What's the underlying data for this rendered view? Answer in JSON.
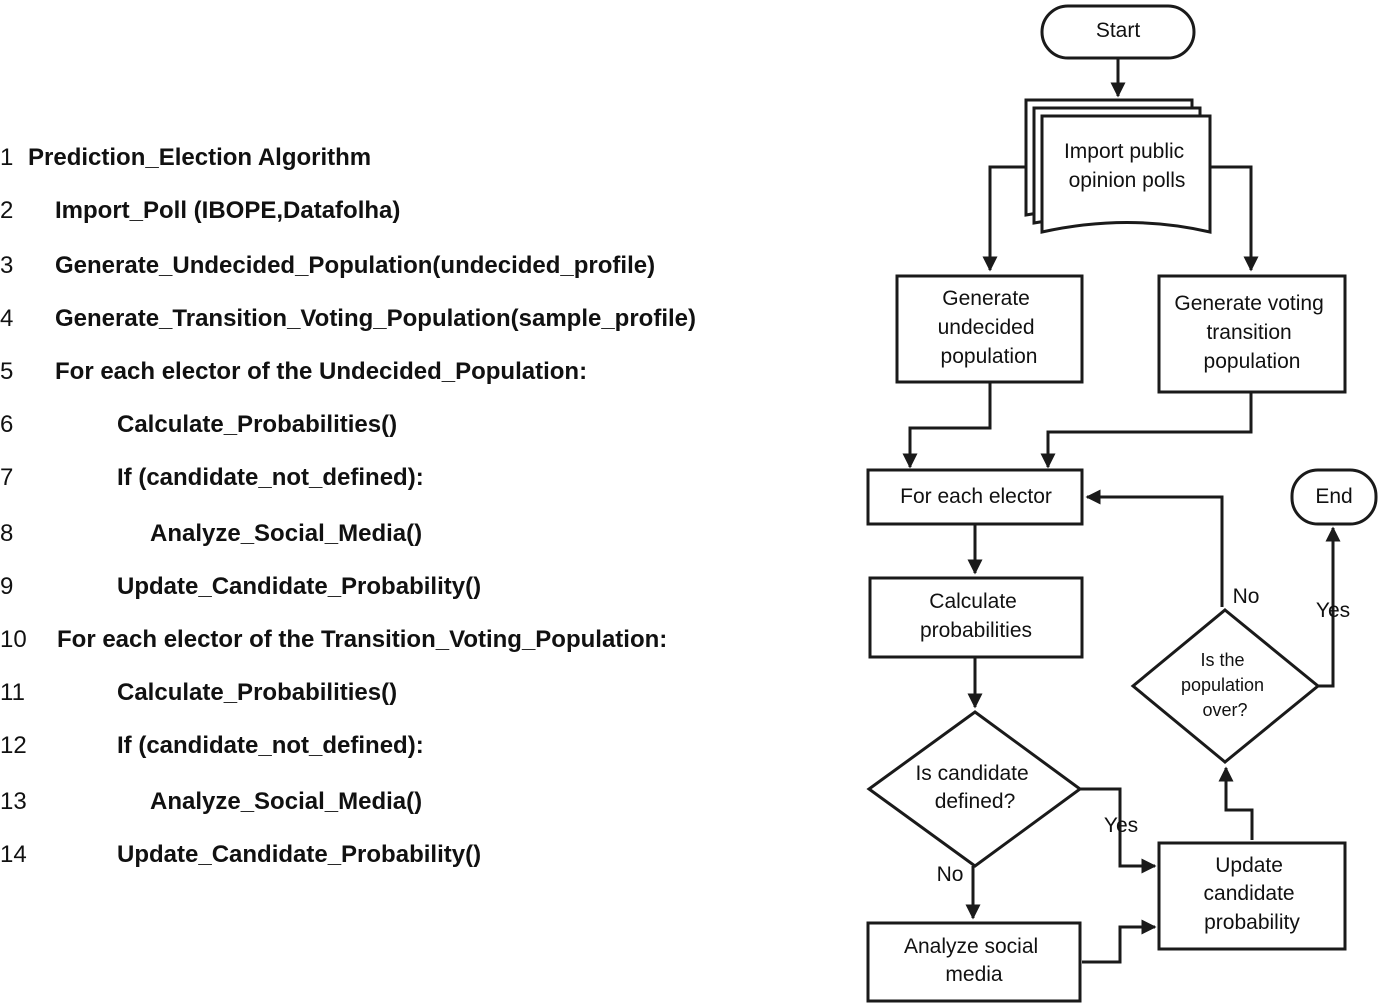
{
  "algorithm": {
    "lines": [
      {
        "num": "1",
        "text": "Prediction_Election Algorithm"
      },
      {
        "num": "2",
        "text": "Import_Poll (IBOPE,Datafolha)"
      },
      {
        "num": "3",
        "text": "Generate_Undecided_Population(undecided_profile)"
      },
      {
        "num": "4",
        "text": "Generate_Transition_Voting_Population(sample_profile)"
      },
      {
        "num": "5",
        "text": "For each elector of the Undecided_Population:"
      },
      {
        "num": "6",
        "text": "Calculate_Probabilities()"
      },
      {
        "num": "7",
        "text": "If (candidate_not_defined):"
      },
      {
        "num": "8",
        "text": "Analyze_Social_Media()"
      },
      {
        "num": "9",
        "text": "Update_Candidate_Probability()"
      },
      {
        "num": "10",
        "text": "For each elector of the Transition_Voting_Population:"
      },
      {
        "num": "11",
        "text": "Calculate_Probabilities()"
      },
      {
        "num": "12",
        "text": "If (candidate_not_defined):"
      },
      {
        "num": "13",
        "text": "Analyze_Social_Media()"
      },
      {
        "num": "14",
        "text": "Update_Candidate_Probability()"
      }
    ]
  },
  "flowchart": {
    "start": "Start",
    "import_polls": [
      "Import public",
      "opinion polls"
    ],
    "generate_undecided": [
      "Generate",
      "undecided",
      "population"
    ],
    "generate_transition": [
      "Generate voting",
      "transition",
      "population"
    ],
    "for_each_elector": "For each elector",
    "calculate_probabilities": [
      "Calculate",
      "probabilities"
    ],
    "is_candidate_defined": [
      "Is candidate",
      "defined?"
    ],
    "analyze_social_media": [
      "Analyze social",
      "media"
    ],
    "update_candidate_probability": [
      "Update",
      "candidate",
      "probability"
    ],
    "is_population_over": [
      "Is the",
      "population",
      "over?"
    ],
    "end": "End",
    "edge_labels": {
      "candidate_yes": "Yes",
      "candidate_no": "No",
      "population_no": "No",
      "population_yes": "Yes"
    }
  }
}
